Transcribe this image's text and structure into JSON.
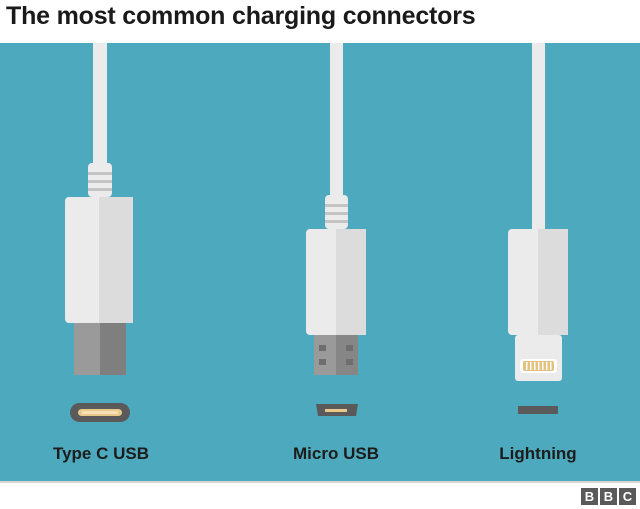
{
  "title": "The most common charging connectors",
  "connectors": [
    {
      "label": "Type C USB"
    },
    {
      "label": "Micro USB"
    },
    {
      "label": "Lightning"
    }
  ],
  "logo": [
    "B",
    "B",
    "C"
  ],
  "colors": {
    "background": "#4da9bd",
    "cable": "#ebebeb",
    "cable_shade": "#d9d9d9",
    "metal": "#9a9a9a",
    "port_dark": "#5a5a5a",
    "gold": "#e9c98a"
  }
}
